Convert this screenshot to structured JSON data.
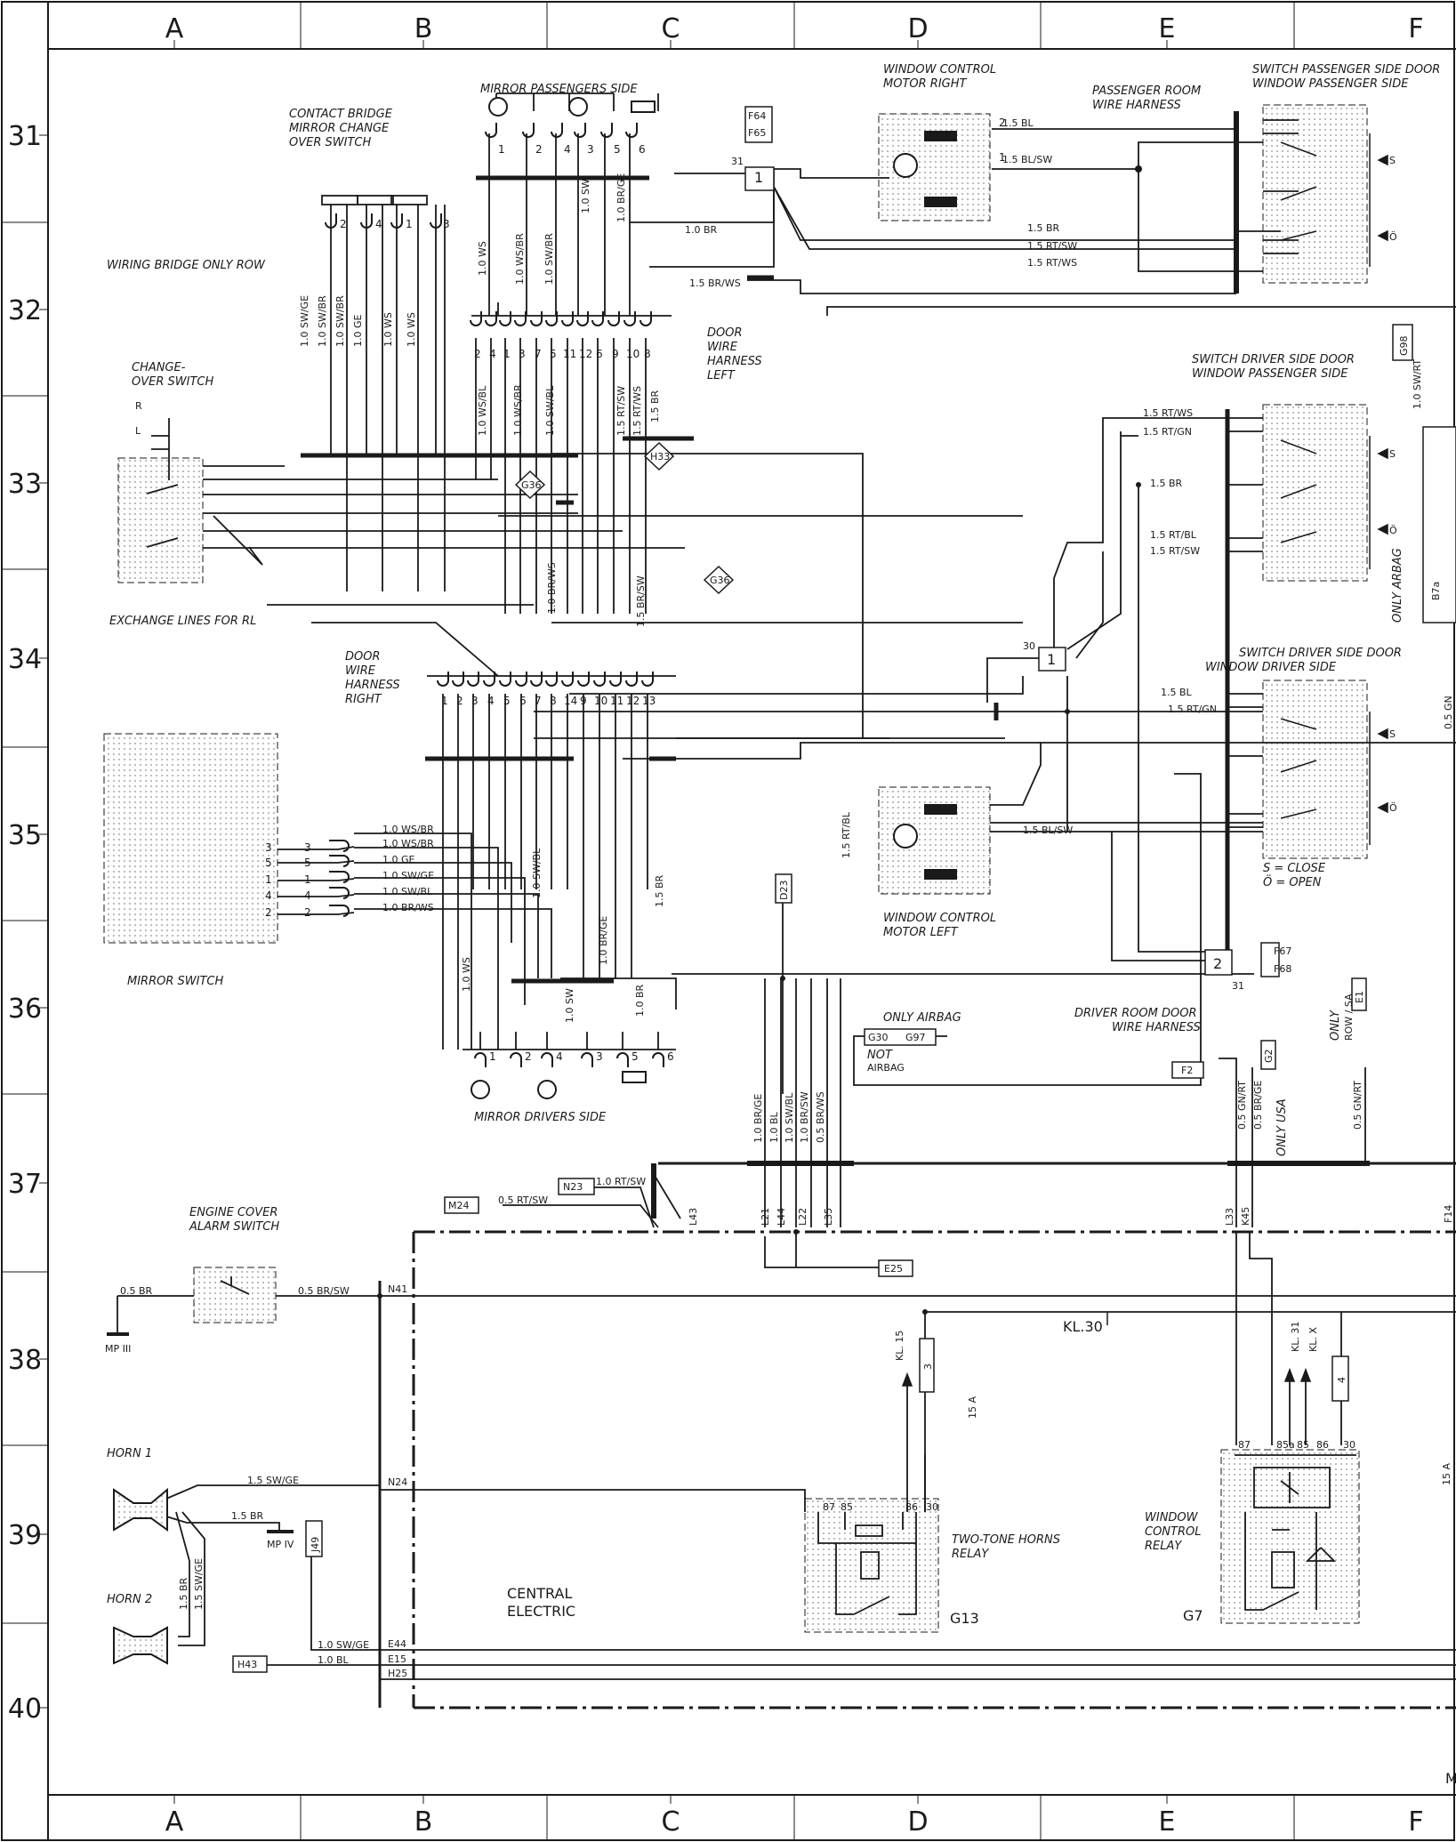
{
  "grid": {
    "columns": [
      "A",
      "B",
      "C",
      "D",
      "E",
      "F"
    ],
    "rows": [
      "31",
      "32",
      "33",
      "34",
      "35",
      "36",
      "37",
      "38",
      "39",
      "40"
    ]
  },
  "labels": {
    "contact_bridge": [
      "CONTACT BRIDGE",
      "MIRROR CHANGE",
      "OVER SWITCH"
    ],
    "mirror_passengers_side": "MIRROR PASSENGERS SIDE",
    "window_motor_right": [
      "WINDOW CONTROL",
      "MOTOR RIGHT"
    ],
    "passenger_room_harness": [
      "PASSENGER ROOM",
      "WIRE HARNESS"
    ],
    "switch_passenger_door": [
      "SWITCH PASSENGER SIDE DOOR",
      "WINDOW PASSENGER SIDE"
    ],
    "wiring_bridge": "WIRING BRIDGE ONLY ROW",
    "change_over_switch": [
      "CHANGE-",
      "OVER SWITCH"
    ],
    "door_harness_left": [
      "DOOR",
      "WIRE",
      "HARNESS",
      "LEFT"
    ],
    "switch_driver_door_passenger": [
      "SWITCH DRIVER SIDE DOOR",
      "WINDOW PASSENGER SIDE"
    ],
    "exchange_lines": "EXCHANGE LINES FOR RL",
    "door_harness_right": [
      "DOOR",
      "WIRE",
      "HARNESS",
      "RIGHT"
    ],
    "switch_driver_door_driver": [
      "SWITCH DRIVER SIDE DOOR",
      "WINDOW DRIVER SIDE"
    ],
    "only_airbag_vert": "ONLY ARBAG",
    "mirror_switch": "MIRROR SWITCH",
    "window_motor_left": [
      "WINDOW CONTROL",
      "MOTOR LEFT"
    ],
    "s_close": "S = CLOSE",
    "o_open": "Ö = OPEN",
    "driver_room_harness": [
      "DRIVER ROOM DOOR",
      "WIRE HARNESS"
    ],
    "only_airbag": "ONLY AIRBAG",
    "not_airbag": [
      "NOT",
      "AIRBAG"
    ],
    "mirror_drivers_side": "MIRROR DRIVERS SIDE",
    "only_usa": "ONLY USA",
    "only_row_sa": [
      "ONLY",
      "ROW / SA"
    ],
    "engine_cover": [
      "ENGINE COVER",
      "ALARM SWITCH"
    ],
    "kl30": "KL.30",
    "kl15": "KL. 15",
    "kl31": "KL. 31",
    "klx": "KL. X",
    "fuse_15a": "15 A",
    "horn1": "HORN 1",
    "horn2": "HORN 2",
    "mp3": "MP III",
    "mp4": "MP IV",
    "central_electric": [
      "CENTRAL",
      "ELECTRIC"
    ],
    "two_tone_relay": [
      "TWO-TONE HORNS",
      "RELAY"
    ],
    "window_control_relay": [
      "WINDOW",
      "CONTROL",
      "RELAY"
    ],
    "g13": "G13",
    "g7": "G7",
    "m_corner": "M"
  },
  "wires": {
    "contact_bridge_pins": [
      "2",
      "4",
      "1",
      "3"
    ],
    "contact_bridge_wires": [
      "1.0 SW/GE",
      "1.0 SW/BR",
      "1.0 SW/BR",
      "1.0 GE",
      "1.0 WS",
      "1.0 WS"
    ],
    "mirror_pass_pins": [
      "1",
      "2",
      "4",
      "3",
      "5",
      "6"
    ],
    "left_harness_pins": [
      "2",
      "4",
      "1",
      "3",
      "7",
      "5",
      "11",
      "12",
      "6",
      "9",
      "10",
      "8"
    ],
    "right_harness_pins": [
      "1",
      "2",
      "3",
      "4",
      "5",
      "6",
      "7",
      "8",
      "14",
      "9",
      "10",
      "11",
      "12",
      "13"
    ],
    "upper_vert": [
      "1.0 WS",
      "1.0 WS/BR",
      "1.0 SW/BR",
      "1.0 SW",
      "1.0 BR/GE",
      "1.0 BR",
      "1.5 BR/WS"
    ],
    "left_lower_vert": [
      "1.0 WS/BL",
      "1.0 WS/BR",
      "1.0 SW/BL",
      "1.5 RT/SW",
      "1.5 RT/WS",
      "1.5 BR"
    ],
    "mid_vert": [
      "1.0 BR/WS",
      "1.5 BR/SW",
      "1.5 BR",
      "1.0 SW/BL",
      "1.0 BR/GE",
      "1.0 WS",
      "1.0 SW",
      "1.0 BR",
      "1.5 RT/BL"
    ],
    "motor_right": [
      "1.5 BL",
      "1.5 BL/SW"
    ],
    "pass_switch_wires": [
      "1.5 BR",
      "1.5 RT/SW",
      "1.5 RT/WS"
    ],
    "drv_pass_switch_wires": [
      "1.5 RT/WS",
      "1.5 RT/GN",
      "1.5 BR",
      "1.5 RT/BL",
      "1.5 RT/SW"
    ],
    "drv_drv_switch_wires": [
      "1.5 BL",
      "1.5 RT/GN"
    ],
    "motor_left": [
      "1.5 BL/SW"
    ],
    "mirror_switch_wires": [
      "1.0 WS/BR",
      "1.0 WS/BR",
      "1.0 GE",
      "1.0 SW/GE",
      "1.0 SW/BL",
      "1.0 BR/WS"
    ],
    "mirror_switch_pins": [
      "3",
      "5",
      "1",
      "4",
      "2"
    ],
    "mirror_drv_pins": [
      "1",
      "2",
      "4",
      "3",
      "5",
      "6"
    ],
    "lower_bundle": [
      "1.0 BR/GE",
      "1.0 BL",
      "1.0 SW/BL",
      "1.0 BR/SW",
      "0.5 BR/WS"
    ],
    "right_bundle": [
      "0.5 GN/RT",
      "0.5 BR/GE"
    ],
    "g98_wire": "1.0 SW/RT",
    "e1_wire": "0.5 GN/RT",
    "gn_wire": "0.5 GN",
    "m24_wire": "0.5 RT/SW",
    "n23_wire": "1.0 RT/SW",
    "engine_wires": [
      "0.5 BR",
      "0.5 BR/SW"
    ],
    "horn_wires": [
      "1.5 SW/GE",
      "1.5 BR",
      "1.5 BR",
      "1.5 SW/GE"
    ],
    "central_wires": [
      "1.0 SW/GE",
      "1.0 BL"
    ],
    "relay_pins": [
      "87",
      "85",
      "86",
      "30"
    ],
    "wcr_pins": [
      "87",
      "85a",
      "85",
      "86",
      "30"
    ],
    "fuse_3": "3",
    "fuse_4": "4",
    "c_pins": [
      "L43",
      "L21",
      "L44",
      "L22",
      "L35",
      "L33",
      "K45"
    ],
    "central_conn": [
      "N41",
      "N24",
      "E44",
      "E15",
      "H25"
    ]
  },
  "refs": {
    "f64": "F64",
    "f65": "F65",
    "f67": "F67",
    "f68": "F68",
    "g98": "G98",
    "g36": "G36",
    "h33": "H33",
    "d23": "D23",
    "g30": "G30",
    "g97": "G97",
    "e25": "E25",
    "f2": "F2",
    "g2": "G2",
    "e1": "E1",
    "m24": "M24",
    "n23": "N23",
    "j49": "J49",
    "h43": "H43",
    "f14": "F14",
    "b7a": "B7a"
  },
  "nodes": {
    "n1": "1",
    "n1b": "1",
    "n2": "2",
    "n31a": "31",
    "n30": "30",
    "n31b": "31"
  },
  "switch": {
    "s": "S",
    "o": "Ö",
    "r": "R",
    "l": "L"
  }
}
